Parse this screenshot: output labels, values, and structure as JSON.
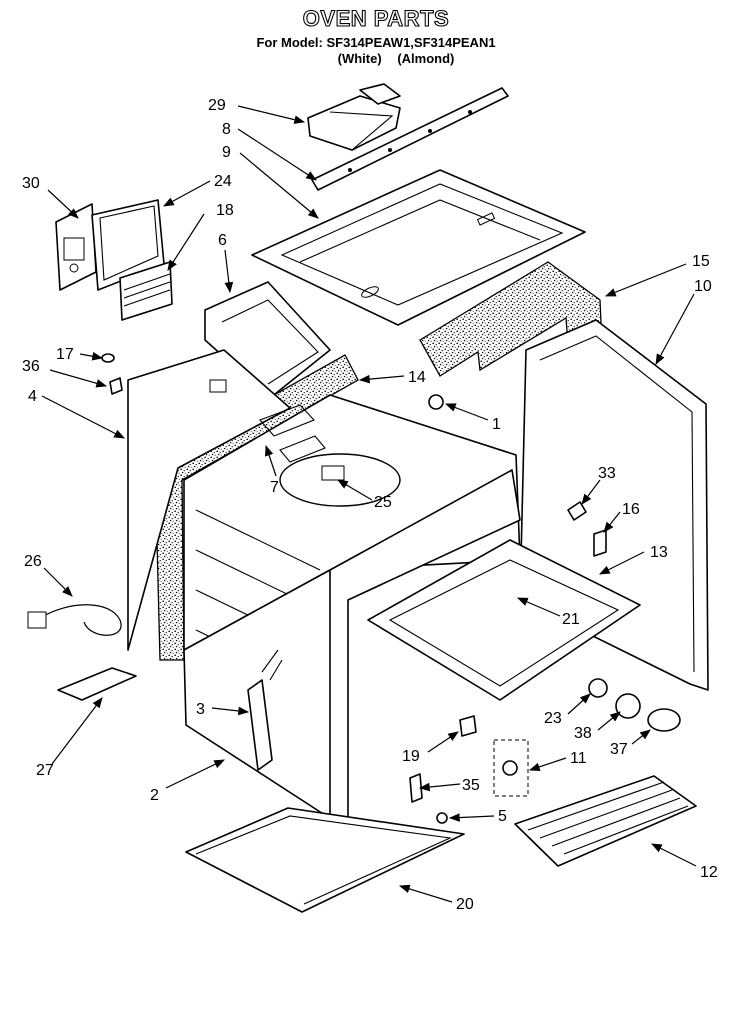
{
  "header": {
    "title": "OVEN PARTS",
    "model_line": "For Model: SF314PEAW1,SF314PEAN1",
    "color_white": "(White)",
    "color_almond": "(Almond)"
  },
  "callouts": [
    {
      "id": "c29",
      "label": "29"
    },
    {
      "id": "c8",
      "label": "8"
    },
    {
      "id": "c9",
      "label": "9"
    },
    {
      "id": "c30",
      "label": "30"
    },
    {
      "id": "c24",
      "label": "24"
    },
    {
      "id": "c18",
      "label": "18"
    },
    {
      "id": "c6",
      "label": "6"
    },
    {
      "id": "c15",
      "label": "15"
    },
    {
      "id": "c10",
      "label": "10"
    },
    {
      "id": "c17",
      "label": "17"
    },
    {
      "id": "c36",
      "label": "36"
    },
    {
      "id": "c4",
      "label": "4"
    },
    {
      "id": "c14",
      "label": "14"
    },
    {
      "id": "c1",
      "label": "1"
    },
    {
      "id": "c7",
      "label": "7"
    },
    {
      "id": "c25",
      "label": "25"
    },
    {
      "id": "c33",
      "label": "33"
    },
    {
      "id": "c16",
      "label": "16"
    },
    {
      "id": "c13",
      "label": "13"
    },
    {
      "id": "c26",
      "label": "26"
    },
    {
      "id": "c21",
      "label": "21"
    },
    {
      "id": "c3",
      "label": "3"
    },
    {
      "id": "c23",
      "label": "23"
    },
    {
      "id": "c38",
      "label": "38"
    },
    {
      "id": "c37",
      "label": "37"
    },
    {
      "id": "c19",
      "label": "19"
    },
    {
      "id": "c11",
      "label": "11"
    },
    {
      "id": "c27",
      "label": "27"
    },
    {
      "id": "c35",
      "label": "35"
    },
    {
      "id": "c2",
      "label": "2"
    },
    {
      "id": "c5",
      "label": "5"
    },
    {
      "id": "c12",
      "label": "12"
    },
    {
      "id": "c20",
      "label": "20"
    }
  ]
}
